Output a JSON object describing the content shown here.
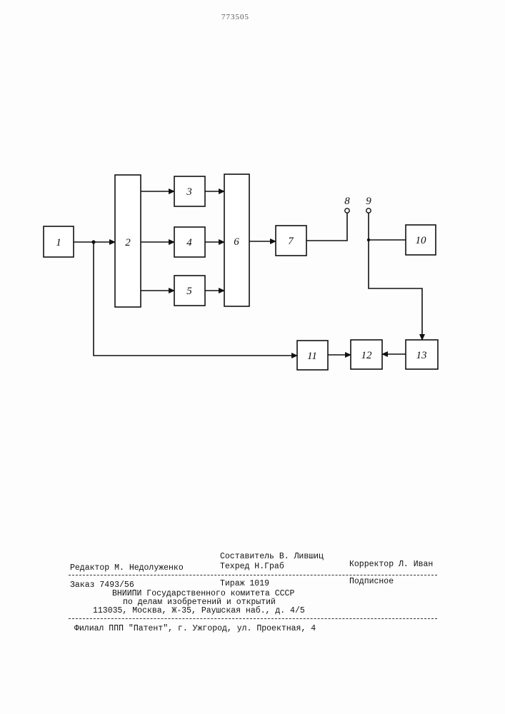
{
  "header": {
    "patent_number": "773505"
  },
  "blocks": [
    {
      "id": "b1",
      "label": "1"
    },
    {
      "id": "b2",
      "label": "2"
    },
    {
      "id": "b3",
      "label": "3"
    },
    {
      "id": "b4",
      "label": "4"
    },
    {
      "id": "b5",
      "label": "5"
    },
    {
      "id": "b6",
      "label": "6"
    },
    {
      "id": "b7",
      "label": "7"
    },
    {
      "id": "b10",
      "label": "10"
    },
    {
      "id": "b11",
      "label": "11"
    },
    {
      "id": "b12",
      "label": "12"
    },
    {
      "id": "b13",
      "label": "13"
    }
  ],
  "terminals": [
    {
      "id": "t8",
      "label": "8"
    },
    {
      "id": "t9",
      "label": "9"
    }
  ],
  "imprint": {
    "editor": "Редактор М. Недолуженко",
    "compiler": "Составитель В. Лившиц",
    "techred": "Техред Н.Граб",
    "corrector": "Корректор Л. Иван",
    "order": "Заказ 7493/56",
    "circulation": "Тираж 1019",
    "subscription": "Подписное",
    "org1": "ВНИИПИ Государственного комитета СССР",
    "org2": "по делам изобретений и открытий",
    "address": "113035, Москва, Ж-35, Раушская наб., д. 4/5",
    "branch": "Филиал ППП \"Патент\", г. Ужгород, ул. Проектная, 4"
  }
}
